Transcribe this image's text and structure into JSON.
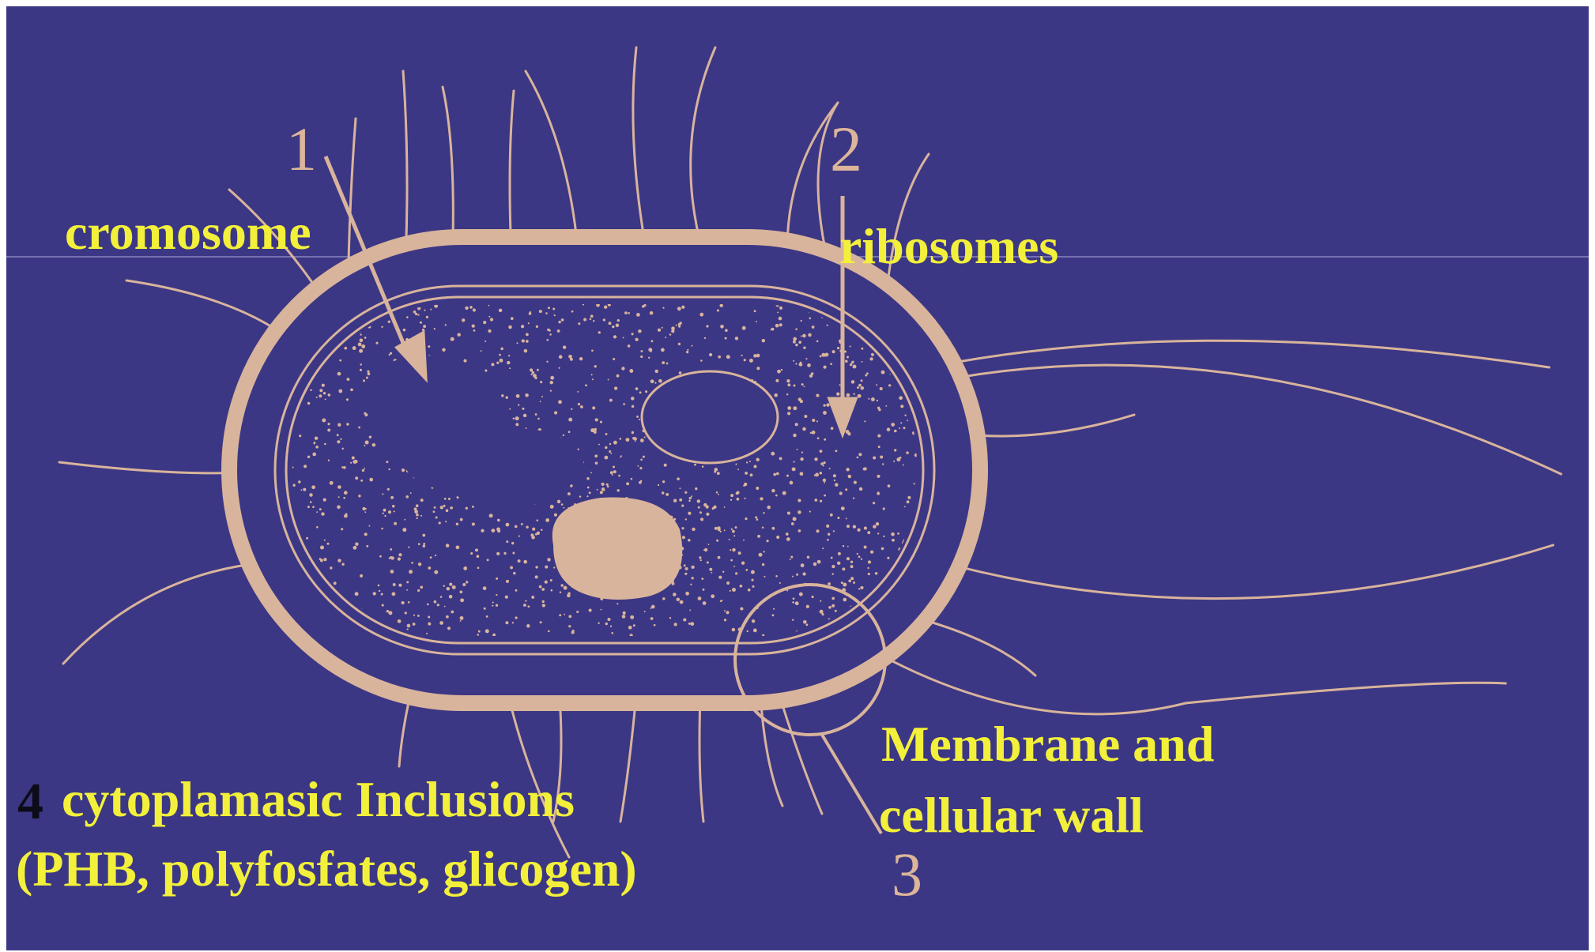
{
  "labels": {
    "chromosome": "cromosome",
    "ribosomes": "ribosomes",
    "membrane_line1": "Membrane and",
    "membrane_line2": "cellular wall",
    "inclusions_line1": "cytoplamasic Inclusions",
    "inclusions_line2": "(PHB, polyfosfates, glicogen)"
  },
  "numbers": {
    "n1": "1",
    "n2": "2",
    "n3": "3",
    "n4": "4"
  },
  "colors": {
    "background": "#3c3784",
    "cell_outline": "#d9b49c",
    "label_text": "#f2f03a",
    "number_four": "#0c0c18"
  }
}
